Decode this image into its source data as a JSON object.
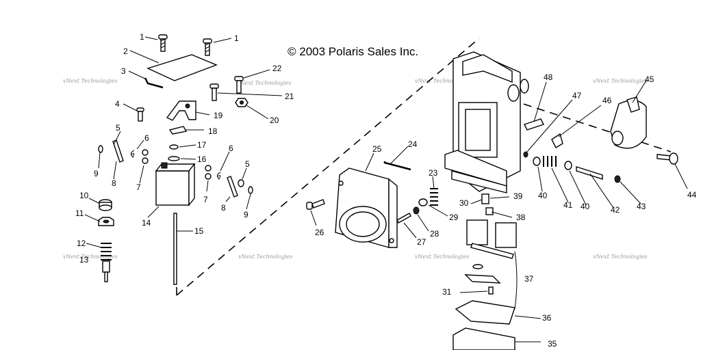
{
  "copyright": "© 2003 Polaris Sales Inc.",
  "watermark": "vNext Technologies",
  "callouts": [
    "1",
    "1",
    "2",
    "3",
    "4",
    "5",
    "5",
    "6",
    "6",
    "7",
    "7",
    "8",
    "8",
    "9",
    "9",
    "10",
    "11",
    "12",
    "13",
    "14",
    "15",
    "16",
    "17",
    "18",
    "19",
    "20",
    "21",
    "22",
    "23",
    "24",
    "25",
    "26",
    "27",
    "28",
    "29",
    "30",
    "31",
    "35",
    "36",
    "37",
    "38",
    "39",
    "40",
    "40",
    "41",
    "42",
    "43",
    "44",
    "45",
    "46",
    "47",
    "48"
  ]
}
